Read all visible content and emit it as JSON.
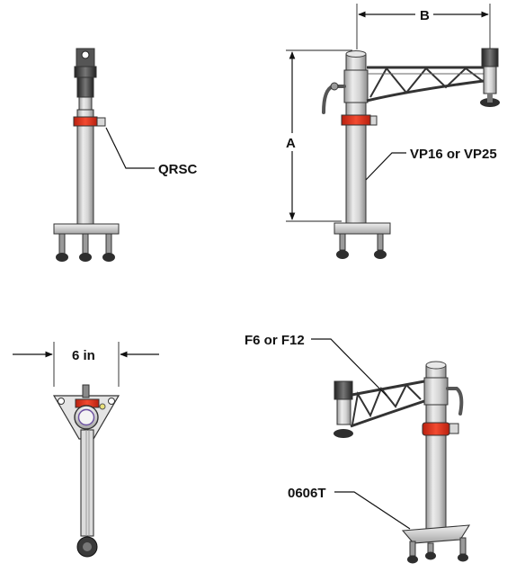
{
  "labels": {
    "qrsc": "QRSC",
    "dim_a": "A",
    "dim_b": "B",
    "post": "VP16 or VP25",
    "width": "6 in",
    "arm": "F6 or F12",
    "base": "0606T"
  },
  "colors": {
    "collar_red": "#e8361f",
    "metal_light": "#e2e2e2",
    "metal_mid": "#b8b8b8",
    "metal_dark": "#8a8a8a",
    "knob_dark": "#3a3a3a",
    "line": "#111111"
  },
  "icons": {
    "collar": "quick-release-collar-icon",
    "knob": "clamp-knob-icon",
    "lever": "locking-lever-icon"
  }
}
